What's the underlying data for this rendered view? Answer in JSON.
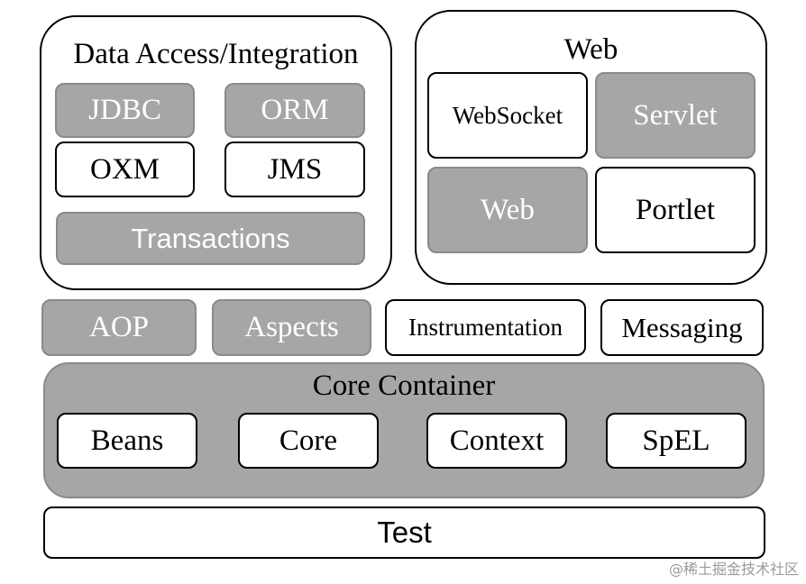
{
  "data_access": {
    "title": "Data Access/Integration",
    "jdbc": "JDBC",
    "orm": "ORM",
    "oxm": "OXM",
    "jms": "JMS",
    "transactions": "Transactions"
  },
  "web_group": {
    "title": "Web",
    "websocket": "WebSocket",
    "servlet": "Servlet",
    "web": "Web",
    "portlet": "Portlet"
  },
  "middle": {
    "aop": "AOP",
    "aspects": "Aspects",
    "instrumentation": "Instrumentation",
    "messaging": "Messaging"
  },
  "core_container": {
    "title": "Core Container",
    "beans": "Beans",
    "core": "Core",
    "context": "Context",
    "spel": "SpEL"
  },
  "test": "Test",
  "watermark": "@稀土掘金技术社区",
  "colors": {
    "module_gray": "#a6a6a6",
    "container_gray": "#a6a6a6",
    "border": "#000000",
    "white": "#ffffff"
  }
}
